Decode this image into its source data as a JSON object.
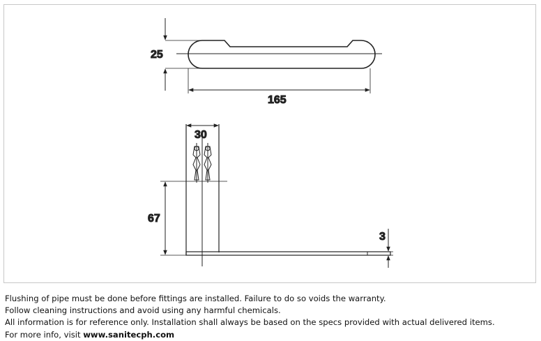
{
  "drawing": {
    "dimensions": {
      "bar_height": "25",
      "bar_length": "165",
      "post_width": "30",
      "post_height": "67",
      "base_thickness": "3"
    }
  },
  "notes": {
    "line1": "Flushing of pipe must be done before fittings are installed. Failure to do so voids the warranty.",
    "line2": "Follow cleaning instructions and avoid using any harmful chemicals.",
    "line3": "All information is for reference only. Installation shall always be based on the specs provided with actual delivered items.",
    "line4_prefix": "For more info, visit ",
    "line4_link": "www.sanitecph.com"
  }
}
